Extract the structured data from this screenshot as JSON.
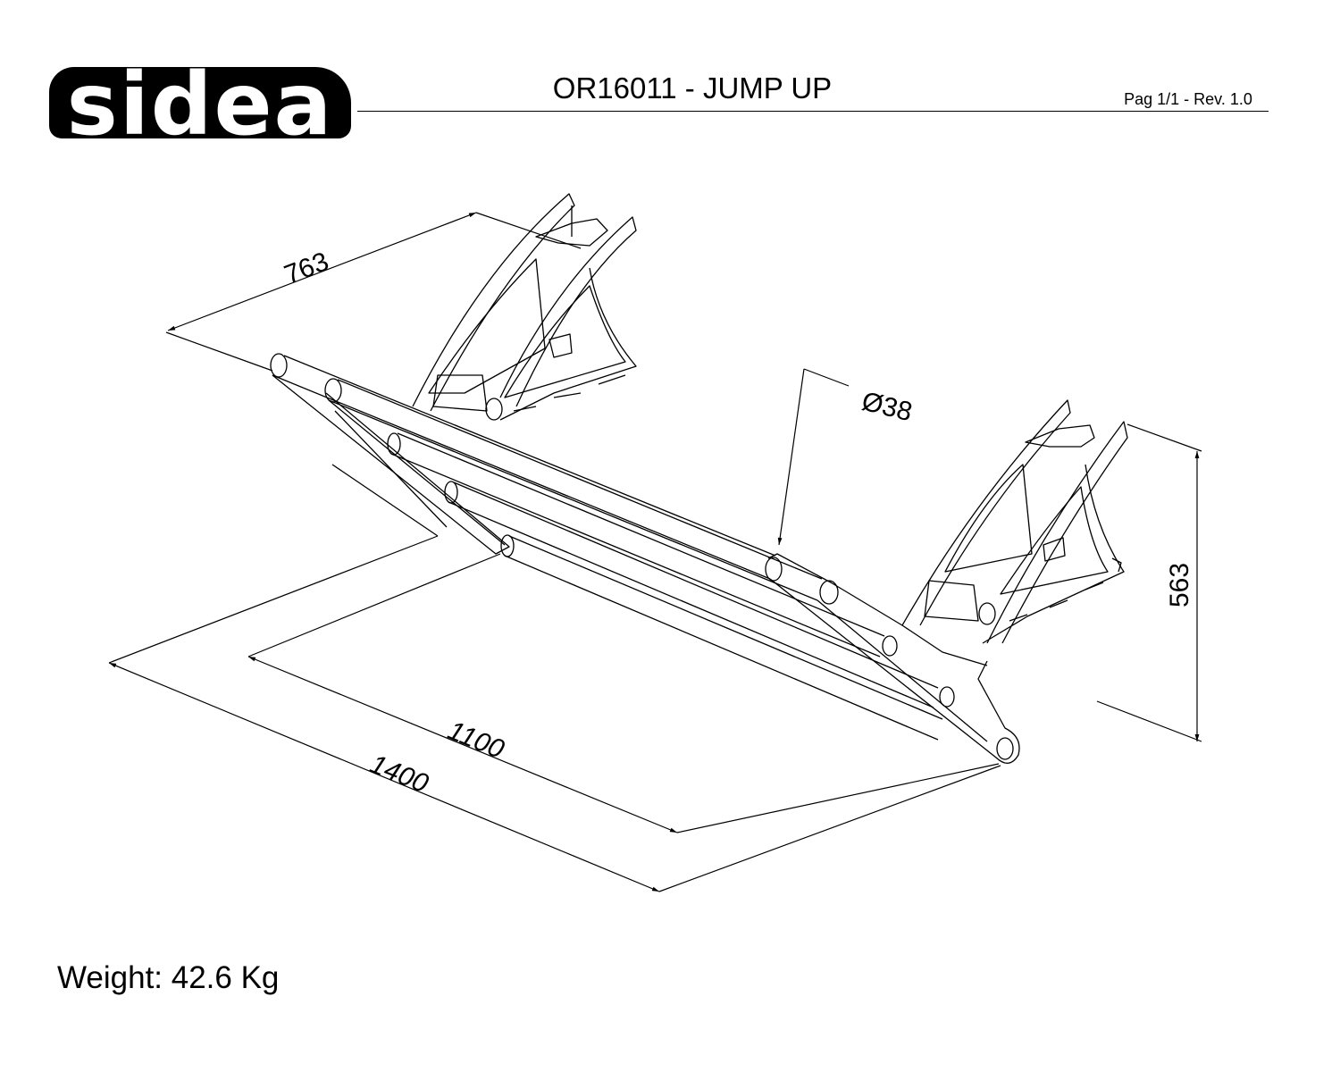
{
  "header": {
    "logo_text": "sidea",
    "title": "OR16011 - JUMP UP",
    "page_info": "Pag 1/1 - Rev. 1.0"
  },
  "drawing": {
    "dimensions": {
      "depth": "763",
      "tube_diameter": "Ø38",
      "height": "563",
      "inner_width": "1100",
      "overall_width": "1400"
    }
  },
  "footer": {
    "weight": "Weight: 42.6 Kg"
  }
}
